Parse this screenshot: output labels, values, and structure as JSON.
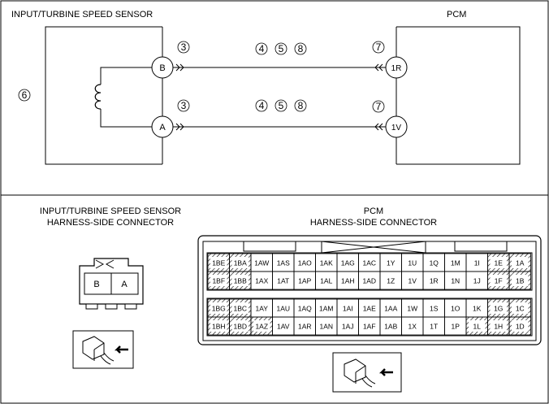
{
  "titles": {
    "sensor": "INPUT/TURBINE SPEED SENSOR",
    "pcm": "PCM",
    "sensor_conn_line1": "INPUT/TURBINE SPEED SENSOR",
    "sensor_conn_line2": "HARNESS-SIDE CONNECTOR",
    "pcm_conn_line1": "PCM",
    "pcm_conn_line2": "HARNESS-SIDE CONNECTOR"
  },
  "terminals": {
    "sensor_top": "B",
    "sensor_bottom": "A",
    "pcm_top": "1R",
    "pcm_bottom": "1V"
  },
  "callouts": {
    "sensor_body": "6",
    "wire_top_left": "3",
    "wire_top_mid": [
      "4",
      "5",
      "8"
    ],
    "wire_top_right": "7",
    "wire_bot_left": "3",
    "wire_bot_mid": [
      "4",
      "5",
      "8"
    ],
    "wire_bot_right": "7"
  },
  "sensor_connector": {
    "pins": [
      "B",
      "A"
    ]
  },
  "pcm_connector": {
    "rows": [
      [
        "1BE",
        "1BA",
        "1AW",
        "1AS",
        "1AO",
        "1AK",
        "1AG",
        "1AC",
        "1Y",
        "1U",
        "1Q",
        "1M",
        "1I",
        "1E",
        "1A"
      ],
      [
        "1BF",
        "1BB",
        "1AX",
        "1AT",
        "1AP",
        "1AL",
        "1AH",
        "1AD",
        "1Z",
        "1V",
        "1R",
        "1N",
        "1J",
        "1F",
        "1B"
      ],
      [
        "1BG",
        "1BC",
        "1AY",
        "1AU",
        "1AQ",
        "1AM",
        "1AI",
        "1AE",
        "1AA",
        "1W",
        "1S",
        "1O",
        "1K",
        "1G",
        "1C"
      ],
      [
        "1BH",
        "1BD",
        "1AZ",
        "1AV",
        "1AR",
        "1AN",
        "1AJ",
        "1AF",
        "1AB",
        "1X",
        "1T",
        "1P",
        "1L",
        "1H",
        "1D"
      ]
    ]
  }
}
